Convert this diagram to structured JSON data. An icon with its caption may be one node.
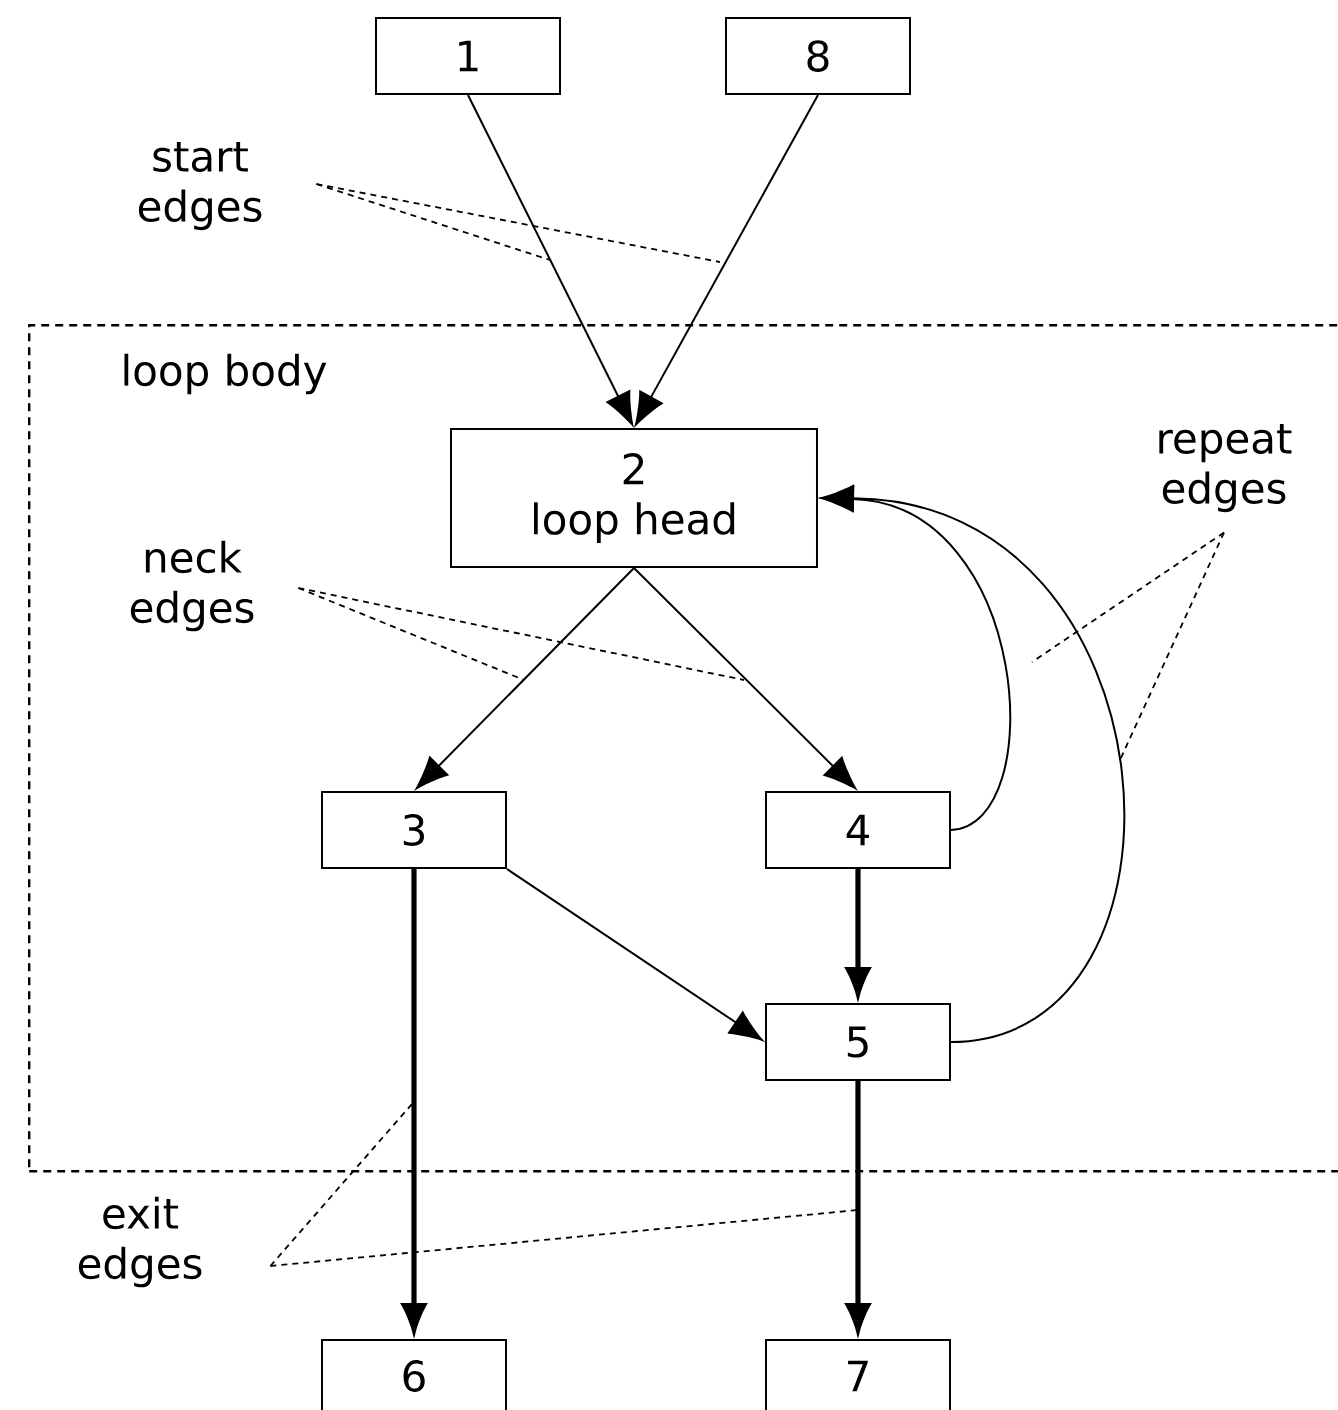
{
  "diagram": {
    "nodes": [
      {
        "text": [
          "1"
        ]
      },
      {
        "text": [
          "8"
        ]
      },
      {
        "text": [
          "loop body"
        ]
      },
      {
        "text": [
          "2",
          "loop head"
        ],
        "in": 2
      },
      {
        "text": [
          "3"
        ],
        "in": 2
      },
      {
        "text": [
          "4"
        ],
        "in": 2
      },
      {
        "text": [
          "5"
        ],
        "in": 2
      },
      {
        "text": [
          "6"
        ]
      },
      {
        "text": [
          "7"
        ]
      },
      {
        "text": [
          "start edges"
        ]
      },
      {
        "text": [
          "neck edges"
        ],
        "in": 2
      },
      {
        "text": [
          "repeat edges"
        ],
        "in": 2
      },
      {
        "text": [
          "exit edges"
        ]
      }
    ],
    "edges": [
      {
        "from": 0,
        "to": 3,
        "arrow": "to"
      },
      {
        "from": 1,
        "to": 3,
        "arrow": "to"
      },
      {
        "from": 3,
        "to": 4,
        "arrow": "to"
      },
      {
        "from": 3,
        "to": 5,
        "arrow": "to"
      },
      {
        "from": 4,
        "to": 6,
        "arrow": "to"
      },
      {
        "from": 4,
        "to": 7,
        "arrow": "to",
        "style": "thick"
      },
      {
        "from": 5,
        "to": 6,
        "arrow": "to",
        "style": "thick"
      },
      {
        "from": 6,
        "to": 8,
        "arrow": "to",
        "style": "thick"
      },
      {
        "from": 5,
        "to": 3,
        "arrow": "to"
      },
      {
        "from": 6,
        "to": 3,
        "arrow": "to"
      },
      {
        "from": 9,
        "to": null,
        "arrow": "none",
        "style": "dashed"
      },
      {
        "from": 9,
        "to": null,
        "arrow": "none",
        "style": "dashed"
      },
      {
        "from": 10,
        "to": null,
        "arrow": "none",
        "style": "dashed"
      },
      {
        "from": 10,
        "to": null,
        "arrow": "none",
        "style": "dashed"
      },
      {
        "from": 11,
        "to": null,
        "arrow": "none",
        "style": "dashed"
      },
      {
        "from": 11,
        "to": null,
        "arrow": "none",
        "style": "dashed"
      },
      {
        "from": 12,
        "to": null,
        "arrow": "none",
        "style": "dashed"
      },
      {
        "from": 12,
        "to": null,
        "arrow": "none",
        "style": "dashed"
      }
    ]
  }
}
